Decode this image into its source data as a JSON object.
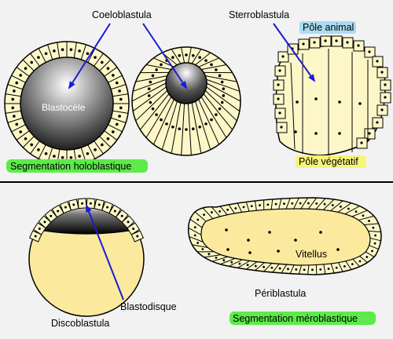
{
  "labels": {
    "coeloblastula": "Coeloblastula",
    "sterroblastula": "Sterroblastula",
    "blastocoele": "Blastocèle",
    "pole_animal": "Pôle animal",
    "pole_vegetatif": "Pôle végétatif",
    "seg_holo": "Segmentation holoblastique",
    "blastodisque": "Blastodisque",
    "discoblastula": "Discoblastula",
    "periblastula": "Périblastula",
    "vitellus": "Vitellus",
    "seg_mero": "Segmentation méroblastique"
  },
  "colors": {
    "background": "#f2f2f2",
    "cell_fill": "#fdf7c8",
    "yolk_fill": "#fbea9e",
    "arrow": "#1a1ad6",
    "highlight_green": "#5dea4a",
    "highlight_yellow": "#f8f47a",
    "highlight_blue": "#a9dcf3"
  },
  "icons": {
    "pointer_arrow": "arrow-icon"
  }
}
